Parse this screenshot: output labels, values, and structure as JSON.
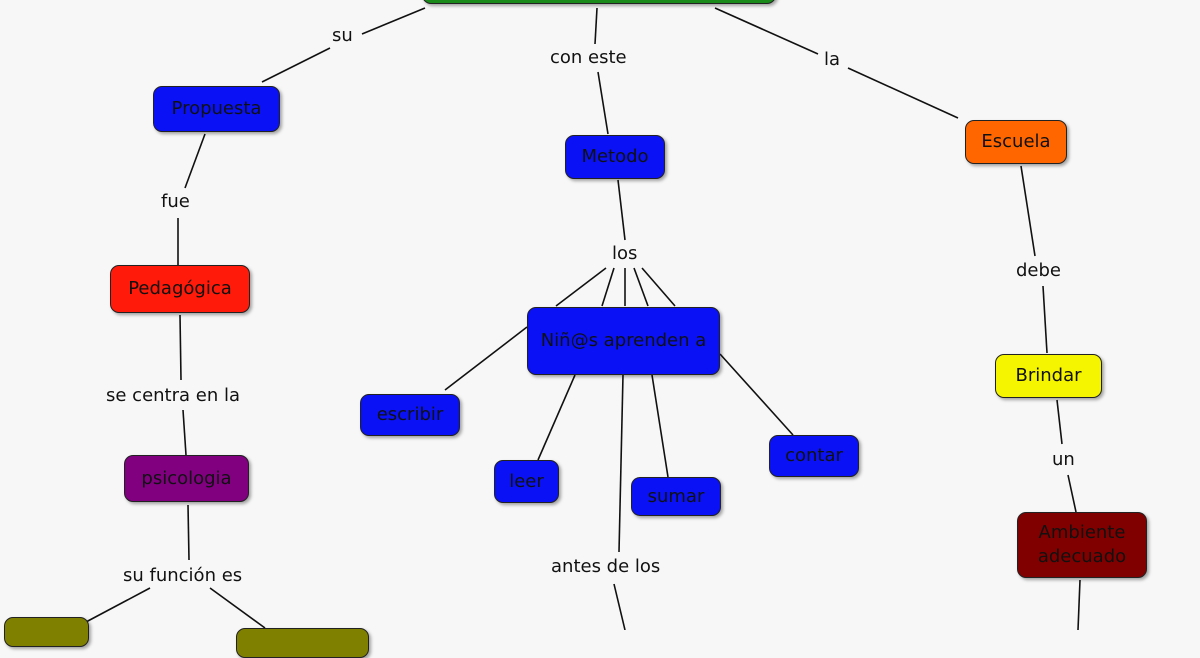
{
  "nodes": {
    "propuesta": {
      "label": "Propuesta",
      "color": "#0a12f5"
    },
    "metodo": {
      "label": "Metodo",
      "color": "#0a12f5"
    },
    "escuela": {
      "label": "Escuela",
      "color": "#ff6600"
    },
    "pedagogica": {
      "label": "Pedagógica",
      "color": "#ff1a0a"
    },
    "ninos": {
      "label": "Niñ@s aprenden a",
      "color": "#0a12f5"
    },
    "escribir": {
      "label": "escribir",
      "color": "#0a12f5"
    },
    "leer": {
      "label": "leer",
      "color": "#0a12f5"
    },
    "sumar": {
      "label": "sumar",
      "color": "#0a12f5"
    },
    "contar": {
      "label": "contar",
      "color": "#0a12f5"
    },
    "brindar": {
      "label": "Brindar",
      "color": "#f5f500"
    },
    "psicologia": {
      "label": "psicologia",
      "color": "#800080"
    },
    "ambiente": {
      "label": "Ambiente adecuado",
      "color": "#800000"
    },
    "root": {
      "label": "",
      "color": "#1a8a1a"
    },
    "olive_left": {
      "label": "",
      "color": "#808000"
    },
    "olive_right": {
      "label": "",
      "color": "#808000"
    }
  },
  "links": {
    "su": "su",
    "con_este": "con este",
    "la": "la",
    "fue": "fue",
    "los": "los",
    "debe": "debe",
    "se_centra": "se centra en la",
    "un": "un",
    "su_funcion": "su función es",
    "antes_de_los": "antes de los"
  }
}
